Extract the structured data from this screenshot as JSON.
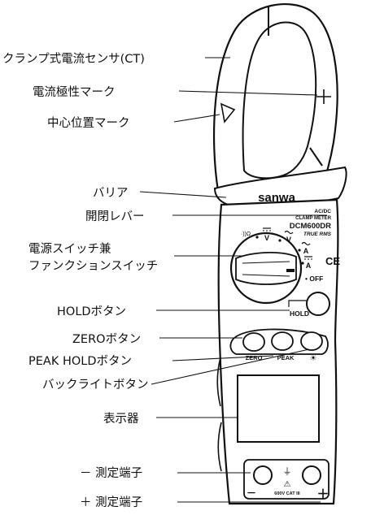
{
  "callouts": [
    {
      "id": "ct-sensor",
      "text": "クランプ式電流センサ(CT)"
    },
    {
      "id": "polarity-mark",
      "text": "電流極性マーク"
    },
    {
      "id": "center-mark",
      "text": "中心位置マーク"
    },
    {
      "id": "barrier",
      "text": "バリア"
    },
    {
      "id": "lever",
      "text": "開閉レバー"
    },
    {
      "id": "switch-line1",
      "text": "電源スイッチ兼"
    },
    {
      "id": "switch-line2",
      "text": "ファンクションスイッチ"
    },
    {
      "id": "hold-button",
      "text": "HOLDボタン"
    },
    {
      "id": "zero-button",
      "text": "ZEROボタン"
    },
    {
      "id": "peak-hold-button",
      "text": "PEAK HOLDボタン"
    },
    {
      "id": "backlight-button",
      "text": "バックライトボタン"
    },
    {
      "id": "display",
      "text": "表示器"
    },
    {
      "id": "minus-terminal",
      "text": "－ 測定端子"
    },
    {
      "id": "plus-terminal",
      "text": "＋ 測定端子"
    }
  ],
  "device": {
    "brand": "sanwa",
    "type_line1": "AC/DC",
    "type_line2": "CLAMP METER",
    "model": "DCM600DR",
    "rms": "TRUE RMS",
    "ce_mark": "CE",
    "polarity_symbol": "+",
    "switch_positions": {
      "continuity_ohm": "·))Ω",
      "dc_v": "V",
      "ac_v": "V",
      "ac_a": "A",
      "dc_a": "A",
      "off": "• OFF"
    },
    "button_labels": {
      "hold": "HOLD",
      "zero": "ZERO",
      "peak": "PEAK",
      "backlight": "☀"
    },
    "terminals": {
      "minus": "－",
      "plus": "＋",
      "rating": "600V CAT III",
      "ground_symbol": "⏚",
      "warning_symbol": "⚠"
    }
  }
}
